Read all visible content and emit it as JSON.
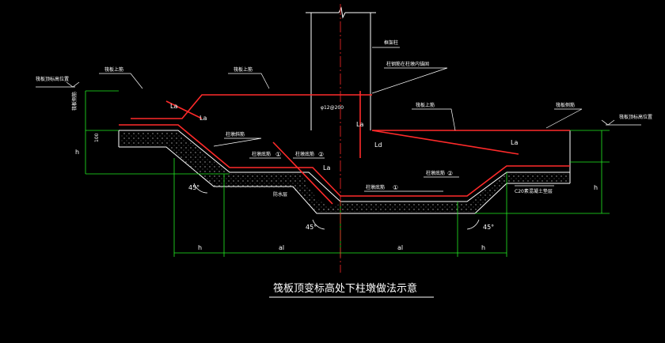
{
  "title": "筏板顶变标高处下柱墩做法示意",
  "labels": {
    "top_left_elev": "筏板顶标高位置",
    "top_right_elev": "筏板顶标高位置",
    "upper_rebar_left": "筏板上筋",
    "upper_rebar_right": "筏板上筋",
    "upper_rebar_mid": "筏板上筋",
    "column": "框架柱",
    "col_rebar_note": "柱钢筋在柱墩内锚固",
    "stirrup": "φ12@200",
    "side_left": "筏板侧筋",
    "side_right": "筏板侧筋",
    "slope_rebar": "柱墩斜筋",
    "pier_lower_1": "柱墩底筋",
    "pier_lower_2": "柱墩底筋",
    "pier_lower_3": "柱墩底筋",
    "pier_lower_4": "柱墩底筋",
    "c20": "C20素混凝土垫层",
    "waterproof": "防水层"
  },
  "marks": {
    "la": "La",
    "ld": "Ld",
    "one": "①",
    "two": "②",
    "angle": "45°",
    "h": "h",
    "al": "al",
    "thick100": "100"
  }
}
